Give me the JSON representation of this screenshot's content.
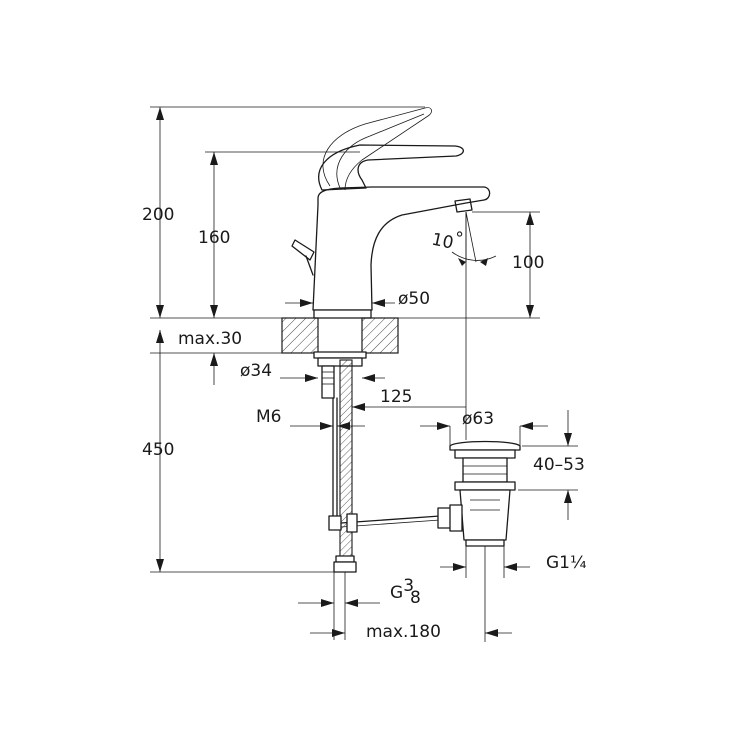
{
  "dimensions": {
    "height_total_top": "200",
    "height_lever": "160",
    "spout_height": "100",
    "spout_angle": "10",
    "body_diameter": "ø50",
    "deck_thickness": "max.30",
    "hole_diameter": "ø34",
    "tailpiece_length": "125",
    "thread_rod": "M6",
    "waste_diameter": "ø63",
    "waste_range": "40–53",
    "below_deck": "450",
    "supply_thread": "G",
    "supply_thread_num": "3",
    "supply_thread_den": "8",
    "waste_thread": "G1",
    "waste_thread_frac": "¼",
    "max_reach": "max.180"
  }
}
